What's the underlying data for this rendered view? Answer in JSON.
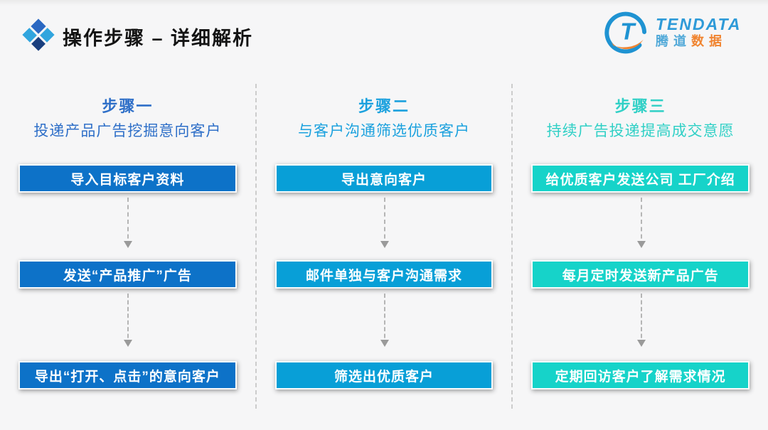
{
  "slide": {
    "title": "操作步骤 – 详细解析"
  },
  "logo": {
    "letter": "T",
    "brand_en": "TENDATA",
    "brand_cn_blue": "腾道",
    "brand_cn_orange": "数据",
    "blue": "#2e9ad8",
    "orange": "#f08430"
  },
  "colors": {
    "column1_accent": "#2e6fc8",
    "column1_box": "#0d72c8",
    "column2_accent": "#1ba1de",
    "column2_box": "#089fd7",
    "column3_accent": "#30d0c6",
    "column3_box": "#16d3c9",
    "background": "#f6f6f7"
  },
  "columns": [
    {
      "step_title": "步骤一",
      "subtitle": "投递产品广告挖掘意向客户",
      "boxes": [
        "导入目标客户资料",
        "发送“产品推广”广告",
        "导出“打开、点击”的意向客户"
      ]
    },
    {
      "step_title": "步骤二",
      "subtitle": "与客户沟通筛选优质客户",
      "boxes": [
        "导出意向客户",
        "邮件单独与客户沟通需求",
        "筛选出优质客户"
      ]
    },
    {
      "step_title": "步骤三",
      "subtitle": "持续广告投递提高成交意愿",
      "boxes": [
        "给优质客户发送公司 工厂介绍",
        "每月定时发送新产品广告",
        "定期回访客户了解需求情况"
      ]
    }
  ]
}
